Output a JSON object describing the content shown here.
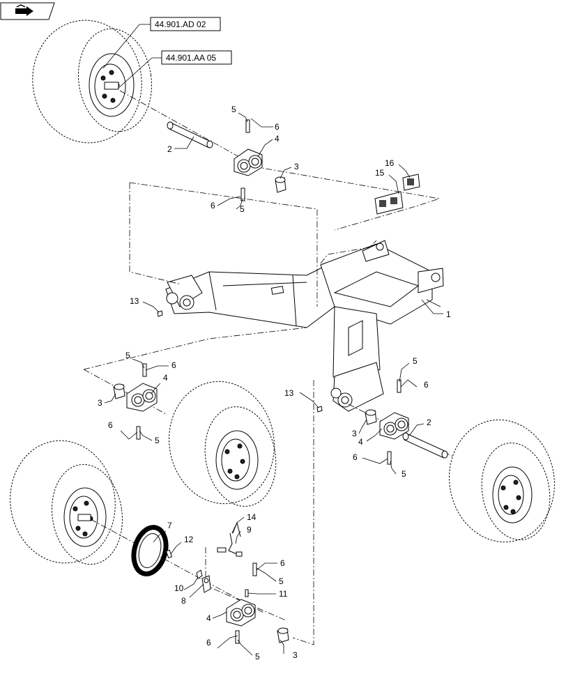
{
  "nav_icon": "book-arrow-icon",
  "references": [
    {
      "id": "ref-ad",
      "text": "44.901.AD 02"
    },
    {
      "id": "ref-aa",
      "text": "44.901.AA 05"
    }
  ],
  "callouts": {
    "c1": "1",
    "c2a": "2",
    "c2b": "2",
    "c3a": "3",
    "c3b": "3",
    "c3c": "3",
    "c3d": "3",
    "c4a": "4",
    "c4b": "4",
    "c4c": "4",
    "c4d": "4",
    "c5a": "5",
    "c5b": "5",
    "c5c": "5",
    "c5d": "5",
    "c5e": "5",
    "c5f": "5",
    "c5g": "5",
    "c5h": "5",
    "c6a": "6",
    "c6b": "6",
    "c6c": "6",
    "c6d": "6",
    "c6e": "6",
    "c6f": "6",
    "c6g": "6",
    "c6h": "6",
    "c7": "7",
    "c8": "8",
    "c9": "9",
    "c10": "10",
    "c11": "11",
    "c12": "12",
    "c13a": "13",
    "c13b": "13",
    "c14": "14",
    "c15": "15",
    "c16": "16"
  }
}
